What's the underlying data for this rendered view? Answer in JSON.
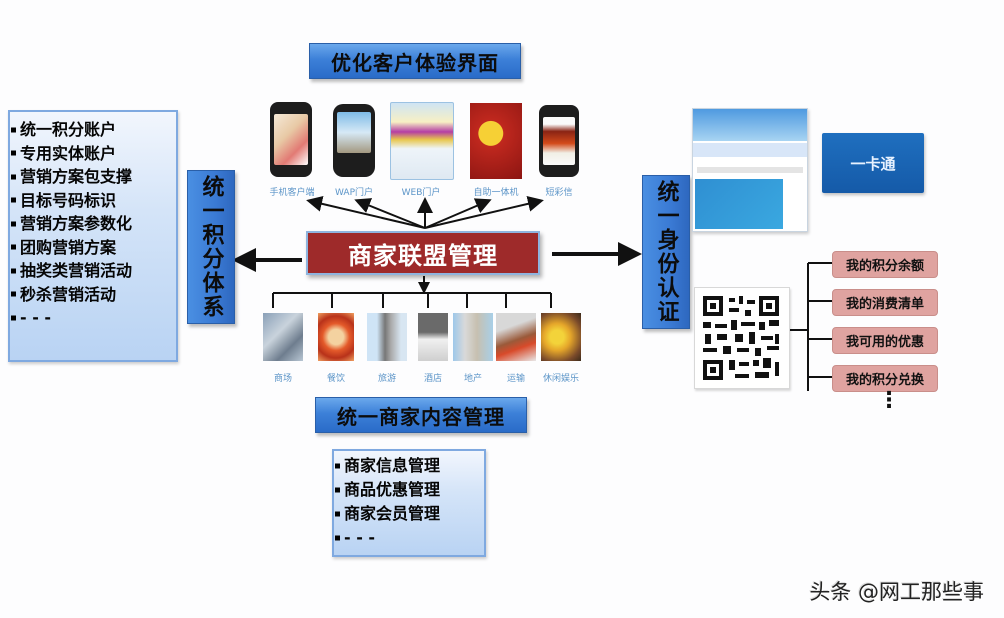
{
  "top": {
    "header": "优化客户体验界面",
    "channels": [
      {
        "label": "手机客户端",
        "icon": "smartphone-icon"
      },
      {
        "label": "WAP门户",
        "icon": "feature-phone-icon"
      },
      {
        "label": "WEB门户",
        "icon": "web-portal-icon"
      },
      {
        "label": "自助一体机",
        "icon": "kiosk-icon"
      },
      {
        "label": "短彩信",
        "icon": "sms-phone-icon"
      }
    ]
  },
  "center": {
    "title": "商家联盟管理"
  },
  "left": {
    "vertical_label": "统一积分体系",
    "items": [
      "统一积分账户",
      "专用实体账户",
      "营销方案包支撑",
      "目标号码标识",
      "营销方案参数化",
      "团购营销方案",
      "抽奖类营销活动",
      "秒杀营销活动",
      "- - -"
    ]
  },
  "bottom": {
    "categories": [
      {
        "label": "商场"
      },
      {
        "label": "餐饮"
      },
      {
        "label": "旅游"
      },
      {
        "label": "酒店"
      },
      {
        "label": "地产"
      },
      {
        "label": "运输"
      },
      {
        "label": "休闲娱乐"
      }
    ],
    "header": "统一商家内容管理",
    "items": [
      "商家信息管理",
      "商品优惠管理",
      "商家会员管理",
      "- - -"
    ]
  },
  "right": {
    "vertical_label": "统一身份认证",
    "card_label": "一卡通",
    "services": [
      "我的积分余额",
      "我的消费清单",
      "我可用的优惠",
      "我的积分兑换"
    ],
    "more": "⋮"
  },
  "watermark": "头条 @网工那些事",
  "colors": {
    "header_blue": "#3c80d8",
    "center_red": "#9e2a2a",
    "service_pink": "#dfa3a0",
    "caption_blue": "#5c95c8"
  }
}
